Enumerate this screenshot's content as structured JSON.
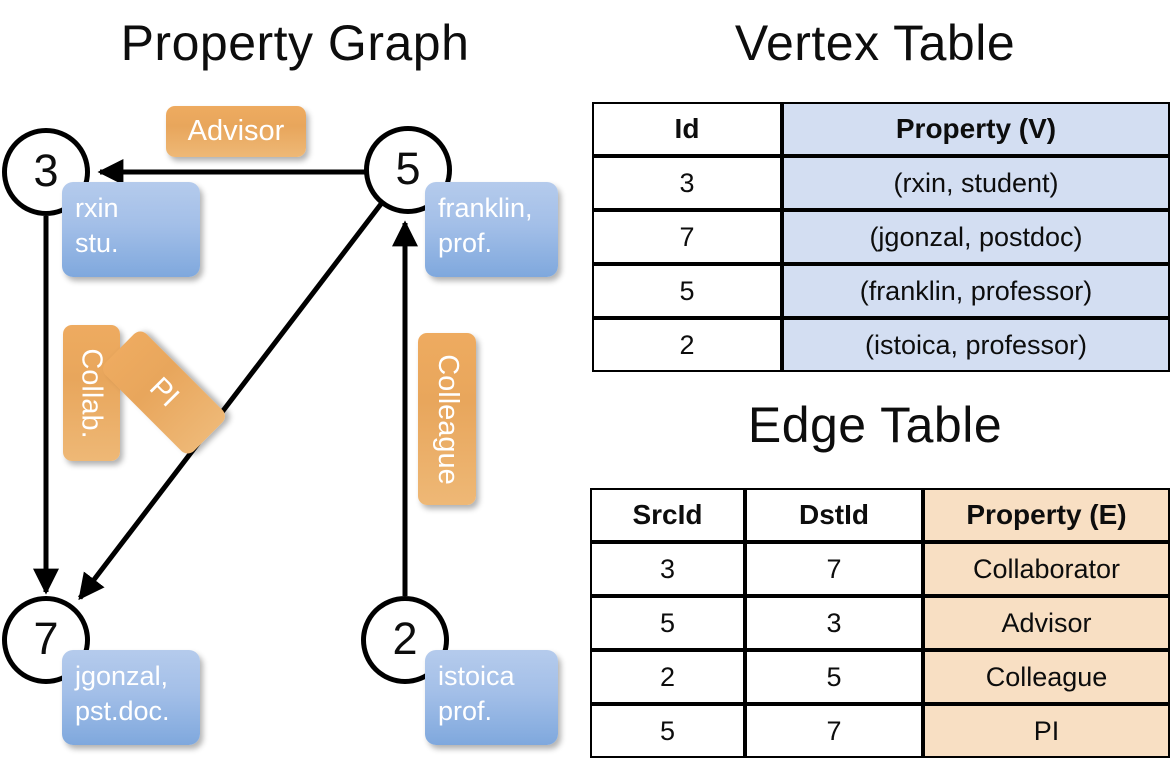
{
  "titles": {
    "property_graph": "Property Graph",
    "vertex_table": "Vertex Table",
    "edge_table": "Edge Table"
  },
  "colors": {
    "vertex_property_bg": "#d3def2",
    "edge_property_bg": "#f8dfc3",
    "node_box_blue": "#a3bfe8",
    "edge_label_orange": "#e8a65c",
    "stroke": "#000000"
  },
  "graph": {
    "nodes": [
      {
        "id": "3",
        "name": "node-3",
        "property_line1": "rxin",
        "property_line2": "stu."
      },
      {
        "id": "5",
        "name": "node-5",
        "property_line1": "franklin,",
        "property_line2": "prof."
      },
      {
        "id": "7",
        "name": "node-7",
        "property_line1": "jgonzal,",
        "property_line2": "pst.doc."
      },
      {
        "id": "2",
        "name": "node-2",
        "property_line1": "istoica",
        "property_line2": "prof."
      }
    ],
    "edge_labels": [
      {
        "key": "advisor",
        "text": "Advisor",
        "orientation": "horizontal"
      },
      {
        "key": "collab",
        "text": "Collab.",
        "orientation": "vertical"
      },
      {
        "key": "pi",
        "text": "PI",
        "orientation": "diagonal"
      },
      {
        "key": "colleague",
        "text": "Colleague",
        "orientation": "vertical"
      }
    ],
    "edges": [
      {
        "from": "5",
        "to": "3",
        "label": "Advisor"
      },
      {
        "from": "3",
        "to": "7",
        "label": "Collab."
      },
      {
        "from": "5",
        "to": "7",
        "label": "PI"
      },
      {
        "from": "2",
        "to": "5",
        "label": "Colleague"
      }
    ]
  },
  "vertex_table": {
    "headers": [
      "Id",
      "Property (V)"
    ],
    "rows": [
      {
        "id": "3",
        "property": "(rxin, student)"
      },
      {
        "id": "7",
        "property": "(jgonzal, postdoc)"
      },
      {
        "id": "5",
        "property": "(franklin, professor)"
      },
      {
        "id": "2",
        "property": "(istoica, professor)"
      }
    ]
  },
  "edge_table": {
    "headers": [
      "SrcId",
      "DstId",
      "Property (E)"
    ],
    "rows": [
      {
        "src": "3",
        "dst": "7",
        "property": "Collaborator"
      },
      {
        "src": "5",
        "dst": "3",
        "property": "Advisor"
      },
      {
        "src": "2",
        "dst": "5",
        "property": "Colleague"
      },
      {
        "src": "5",
        "dst": "7",
        "property": "PI"
      }
    ]
  }
}
